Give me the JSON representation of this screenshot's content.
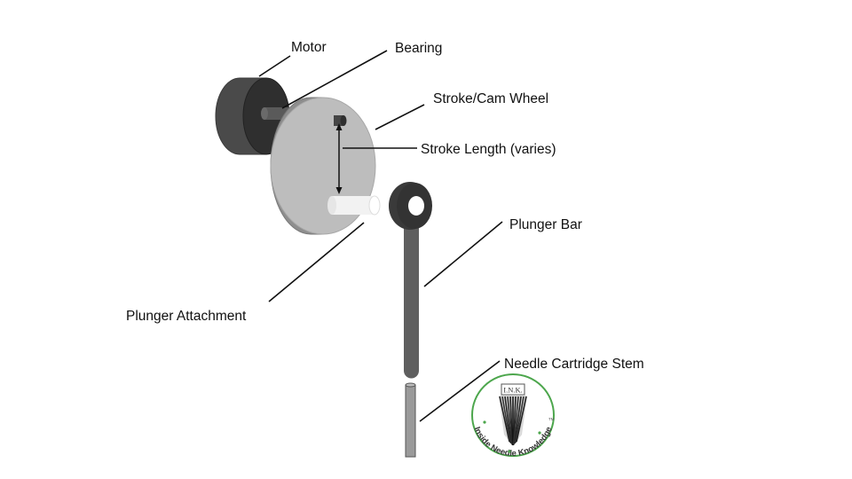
{
  "labels": {
    "motor": "Motor",
    "bearing": "Bearing",
    "cam_wheel": "Stroke/Cam Wheel",
    "stroke_length": "Stroke Length (varies)",
    "plunger_bar": "Plunger Bar",
    "plunger_attachment": "Plunger Attachment",
    "needle_stem": "Needle Cartridge Stem"
  },
  "logo": {
    "badge": "I.N.K.",
    "ring_text": "Inside Needle Knowledge",
    "trademark": "TM"
  },
  "colors": {
    "motor_dark": "#2f2f2f",
    "motor_side": "#4a4a4a",
    "wheel_face": "#bdbdbd",
    "wheel_side": "#8e8e8e",
    "plunger_bar": "#5f5f5f",
    "attachment": "#f2f2f2",
    "stem": "#9a9a9a",
    "logo_green": "#4ca64c"
  }
}
